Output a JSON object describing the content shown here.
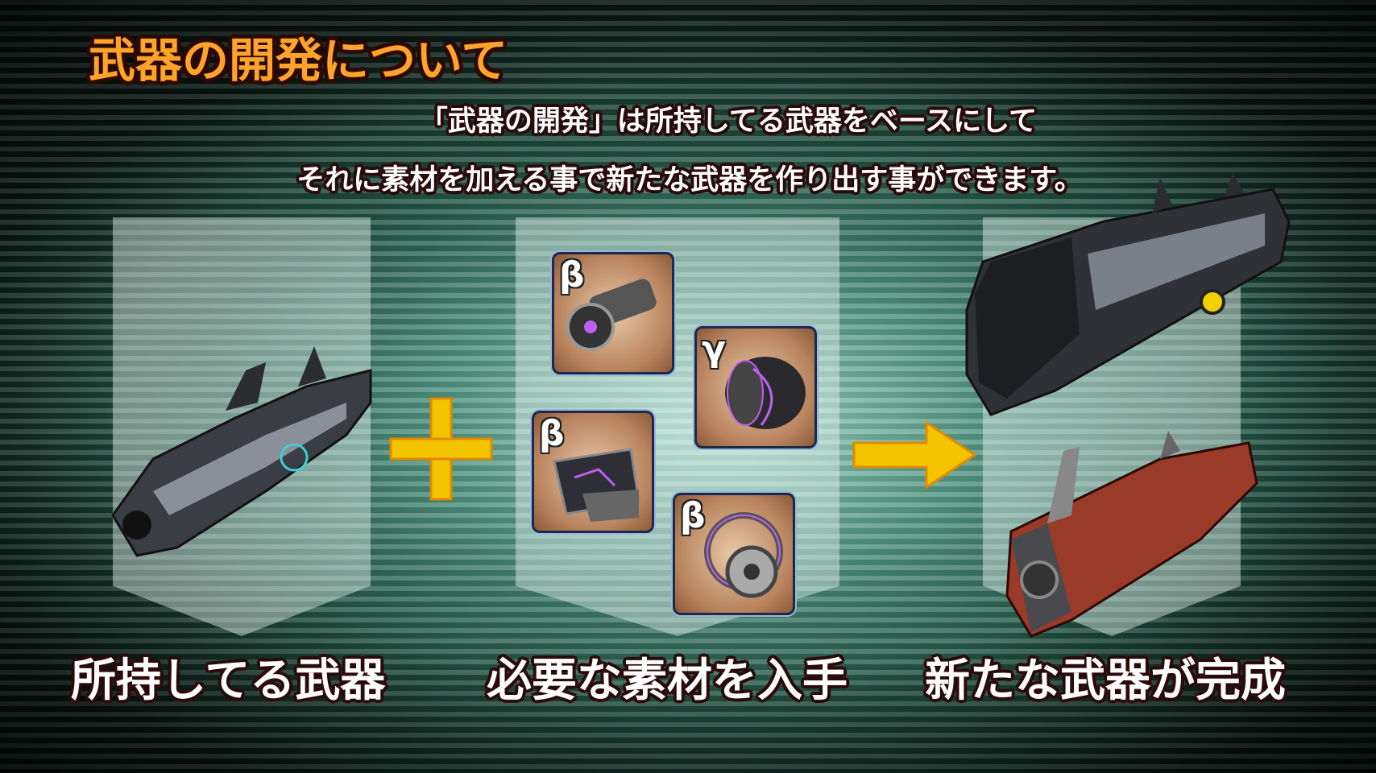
{
  "title": "武器の開発について",
  "description": {
    "line1": "「武器の開発」は所持してる武器をベースにして",
    "line2": "それに素材を加える事で新たな武器を作り出す事ができます。"
  },
  "steps": [
    {
      "label": "所持してる武器"
    },
    {
      "label": "必要な素材を入手"
    },
    {
      "label": "新たな武器が完成"
    }
  ],
  "materials": [
    {
      "grade": "β",
      "icon": "barrel-part-icon"
    },
    {
      "grade": "γ",
      "icon": "coil-part-icon"
    },
    {
      "grade": "β",
      "icon": "plate-part-icon"
    },
    {
      "grade": "β",
      "icon": "bearing-part-icon"
    }
  ],
  "colors": {
    "title": "#ffa32a",
    "accent": "#f5c400",
    "outline": "#2a0a0a"
  }
}
